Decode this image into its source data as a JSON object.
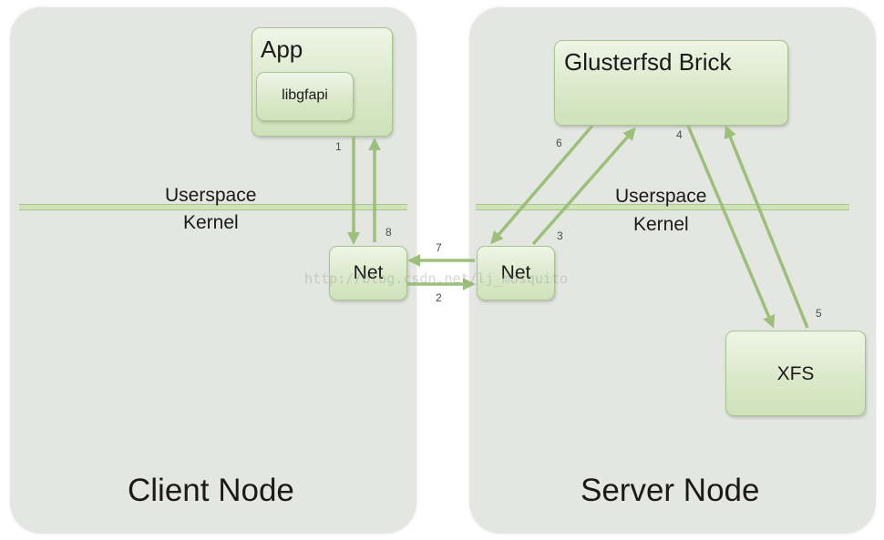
{
  "client": {
    "node_label": "Client Node",
    "app_label": "App",
    "lib_label": "libgfapi",
    "net_label": "Net",
    "userspace_label": "Userspace",
    "kernel_label": "Kernel"
  },
  "server": {
    "node_label": "Server Node",
    "brick_label": "Glusterfsd Brick",
    "net_label": "Net",
    "xfs_label": "XFS",
    "userspace_label": "Userspace",
    "kernel_label": "Kernel"
  },
  "steps": {
    "s1": "1",
    "s2": "2",
    "s3": "3",
    "s4": "4",
    "s5": "5",
    "s6": "6",
    "s7": "7",
    "s8": "8"
  },
  "watermark": "http://blog.csdn.net/lj_mosquito",
  "colors": {
    "panel": "#e4e7e1",
    "box_fill": "#dbe9cb",
    "box_border": "#a9c48c",
    "arrow": "#9cbf7a"
  }
}
